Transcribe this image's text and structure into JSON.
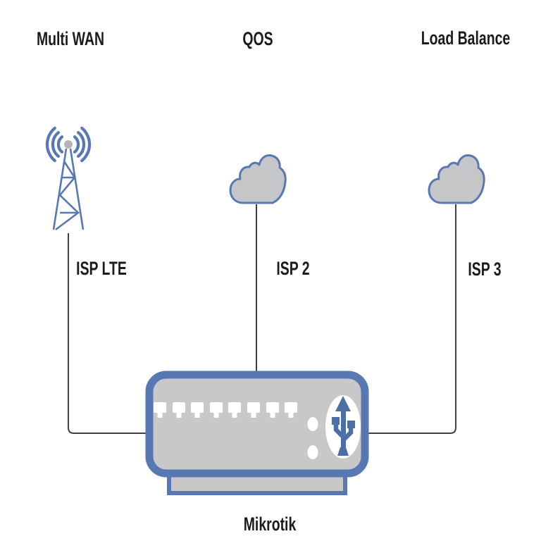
{
  "diagram": {
    "type": "network-topology",
    "features": [
      "Multi WAN",
      "QOS",
      "Load Balance"
    ],
    "nodes": [
      {
        "id": "isp-lte",
        "label": "ISP LTE",
        "icon": "lte-tower-icon"
      },
      {
        "id": "isp-2",
        "label": "ISP 2",
        "icon": "cloud-icon"
      },
      {
        "id": "isp-3",
        "label": "ISP 3",
        "icon": "cloud-icon"
      },
      {
        "id": "router",
        "label": "Mikrotik",
        "icon": "router-icon",
        "ports": 8,
        "leds": 2,
        "logo": "usb-trident-icon"
      }
    ],
    "edges": [
      {
        "from": "isp-lte",
        "to": "router"
      },
      {
        "from": "isp-2",
        "to": "router"
      },
      {
        "from": "isp-3",
        "to": "router"
      }
    ]
  },
  "labels": {
    "multi_wan": "Multi WAN",
    "qos": "QOS",
    "load_balance": "Load Balance",
    "isp_lte": "ISP LTE",
    "isp_2": "ISP 2",
    "isp_3": "ISP 3",
    "mikrotik": "Mikrotik"
  },
  "colors": {
    "accent_blue": "#5878b4",
    "device_gray": "#c8c8c8",
    "cloud_gray": "#c5c6c8",
    "antenna_ball_gray": "#b5b5b5",
    "connector_line": "#404040",
    "label_text": "#1b1b1b",
    "background": "#ffffff"
  }
}
